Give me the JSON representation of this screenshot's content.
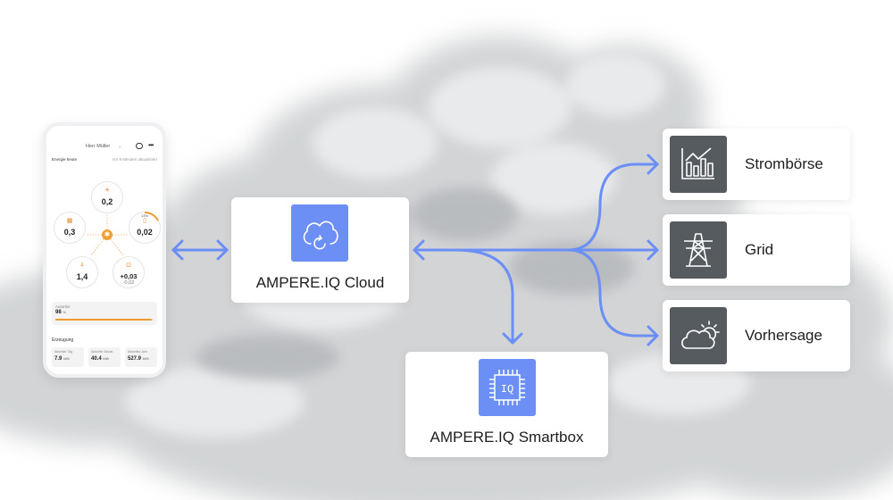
{
  "phone": {
    "user_name": "Herr Müller",
    "energy_title": "Energie heute",
    "updated_text": "Vor 9 Minuten aktualisiert",
    "bubbles": [
      {
        "id": "solar",
        "value": "0,2"
      },
      {
        "id": "house",
        "value": "0,3"
      },
      {
        "id": "battery",
        "pct": "13%",
        "value": "0,02"
      },
      {
        "id": "grid",
        "value": "1,4"
      },
      {
        "id": "flow",
        "value": "+0,03",
        "sub": "-0,02"
      }
    ],
    "autarkie": {
      "label": "Autarkie",
      "value": "98",
      "unit": "%",
      "level": 0.98
    },
    "production_title": "Erzeugung",
    "production": [
      {
        "label": "Aktueller Tag",
        "value": "7.9",
        "unit": "kWh"
      },
      {
        "label": "Aktueller Monat",
        "value": "40.4",
        "unit": "kWh"
      },
      {
        "label": "Aktuelles Jahr",
        "value": "527.9",
        "unit": "kWh"
      }
    ]
  },
  "cloud_card": {
    "label": "AMPERE.IQ Cloud",
    "icon": "cloud-sync-icon"
  },
  "smartbox_card": {
    "label": "AMPERE.IQ Smartbox",
    "icon": "chip-iq-icon",
    "chip_text": "IQ"
  },
  "services": [
    {
      "label": "Strombörse",
      "icon": "bar-chart-icon"
    },
    {
      "label": "Grid",
      "icon": "power-pylon-icon"
    },
    {
      "label": "Vorhersage",
      "icon": "sun-cloud-icon"
    }
  ],
  "colors": {
    "accent_blue": "#6b8ff5",
    "tile_grey": "#565b60",
    "orange": "#ef9a2d"
  }
}
